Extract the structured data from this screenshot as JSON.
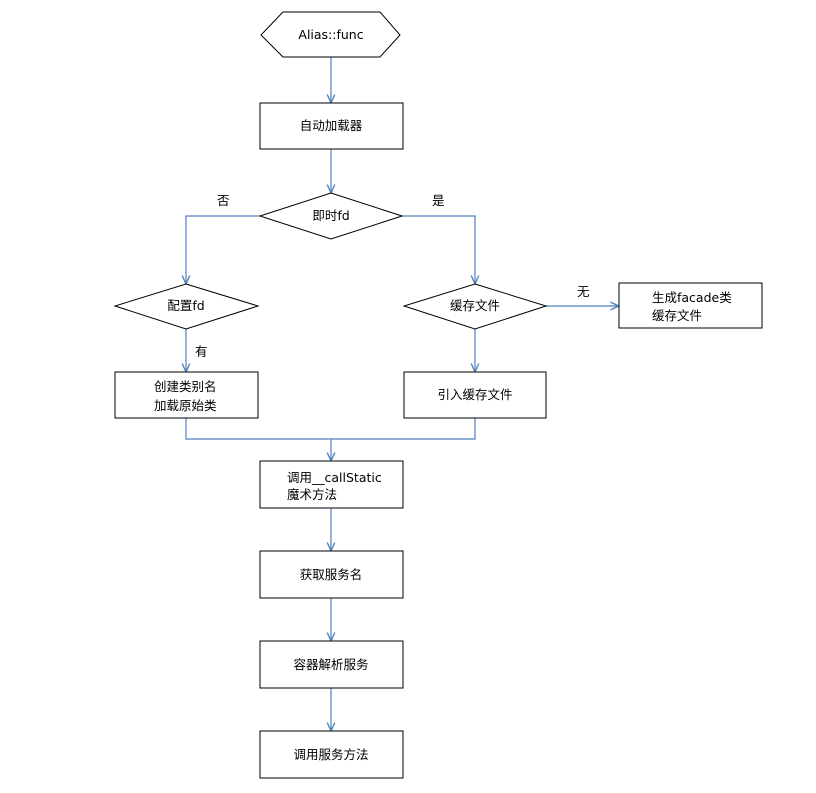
{
  "nodes": {
    "start": {
      "text": "Alias::func"
    },
    "autoload": {
      "text": "自动加载器"
    },
    "realtime_fd": {
      "text": "即时fd"
    },
    "config_fd": {
      "text": "配置fd"
    },
    "cache_file": {
      "text": "缓存文件"
    },
    "gen_facade": {
      "line1": "生成facade类",
      "line2": "缓存文件"
    },
    "create_alias": {
      "line1": "创建类别名",
      "line2": "加载原始类"
    },
    "include_cache": {
      "text": "引入缓存文件"
    },
    "call_static": {
      "line1": "调用__callStatic",
      "line2": "魔术方法"
    },
    "get_service": {
      "text": "获取服务名"
    },
    "resolve": {
      "text": "容器解析服务"
    },
    "invoke": {
      "text": "调用服务方法"
    }
  },
  "edge_labels": {
    "no": "否",
    "yes": "是",
    "none": "无",
    "has": "有"
  },
  "colors": {
    "connector": "#4f81bd",
    "shape_stroke": "#000000"
  }
}
